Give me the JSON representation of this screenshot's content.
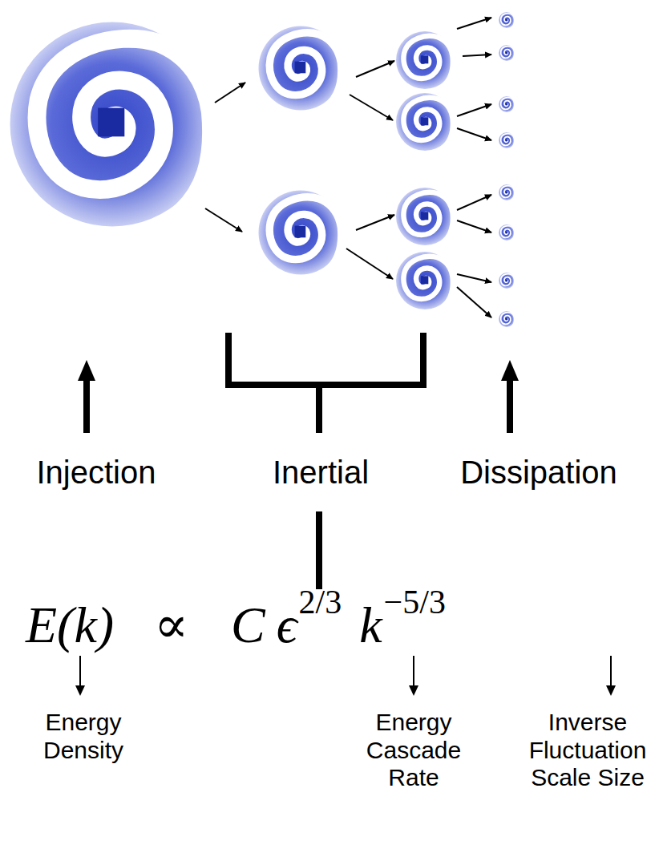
{
  "diagram": {
    "labels": [
      "Injection",
      "Inertial",
      "Dissipation",
      "E(k)",
      "∝",
      "C",
      "ϵ",
      "2/3",
      "k",
      "−5/3",
      "Energy Density",
      "Energy Cascade Rate",
      "Inverse Fluctuation Scale Size"
    ]
  }
}
